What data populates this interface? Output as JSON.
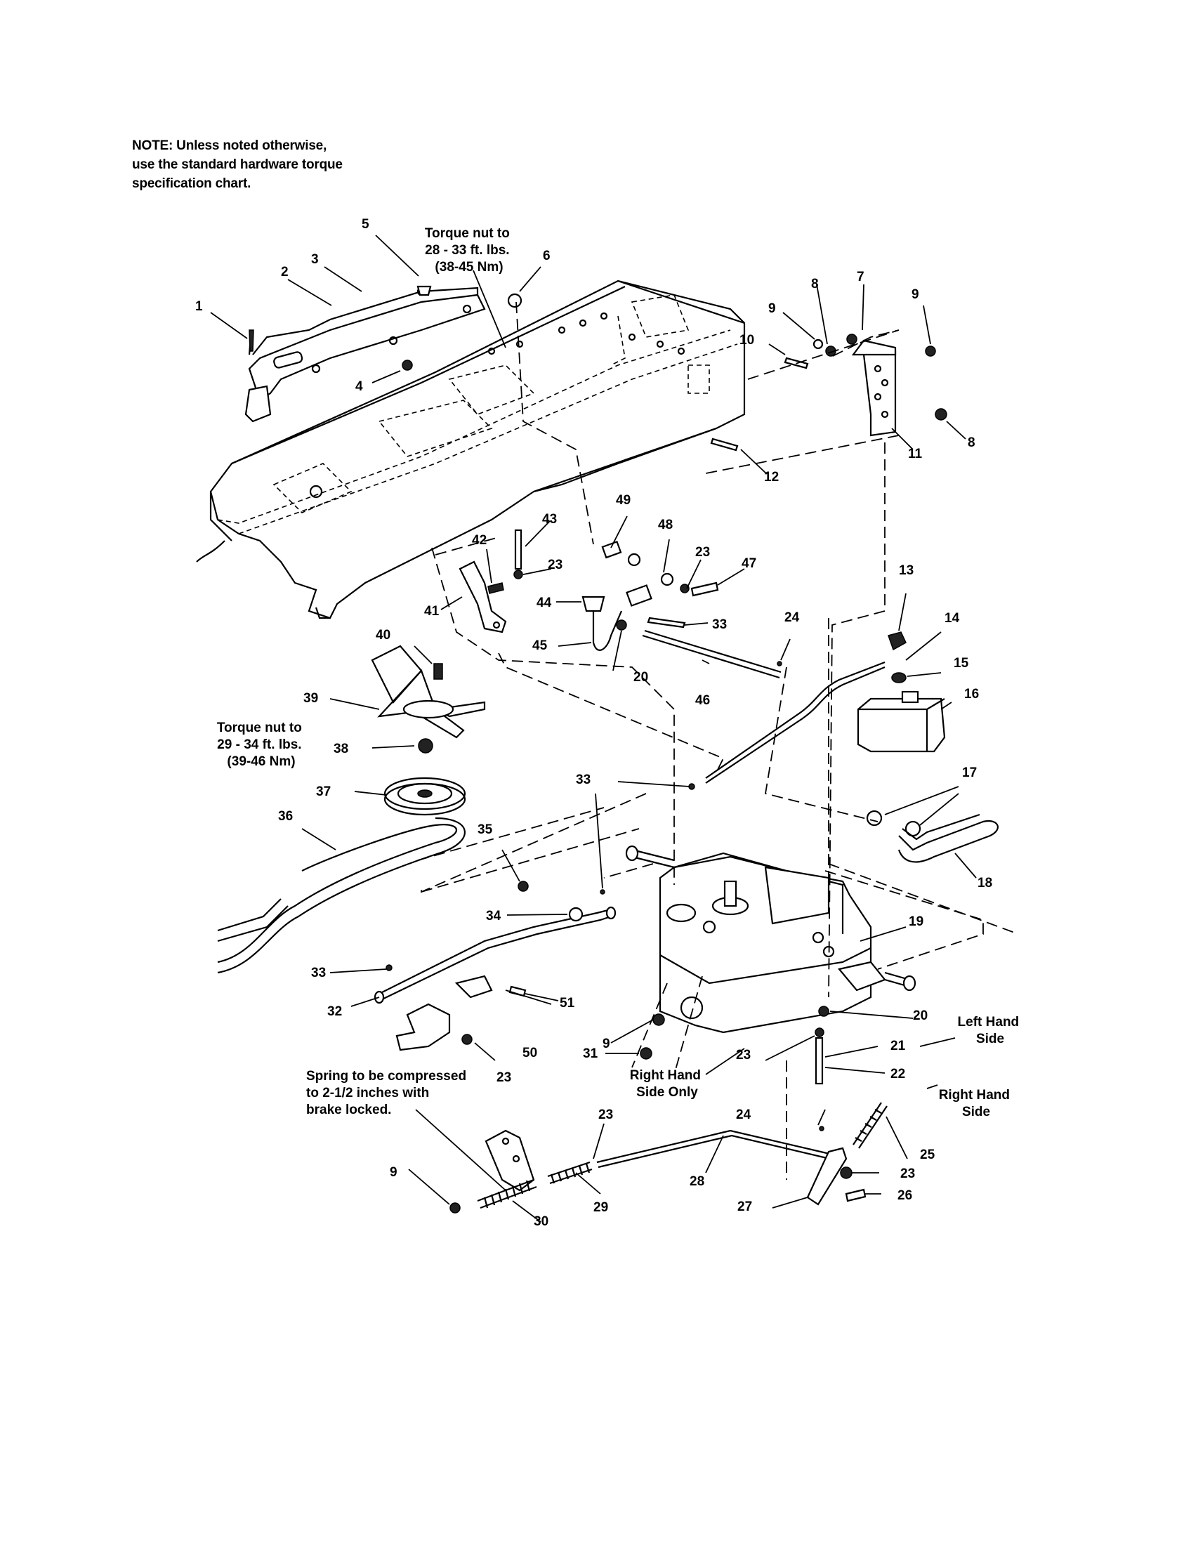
{
  "note": {
    "line1": "NOTE: Unless noted otherwise,",
    "line2": "use the standard hardware torque",
    "line3": "specification chart."
  },
  "callouts": {
    "torque_1": [
      "Torque nut to",
      "28 - 33 ft. lbs.",
      "(38-45 Nm)"
    ],
    "torque_2": [
      "Torque nut to",
      "29 - 34 ft. lbs.",
      "(39-46 Nm)"
    ],
    "spring": [
      "Spring to be compressed",
      "to 2-1/2 inches with",
      "brake locked."
    ],
    "right_hand_only": [
      "Right Hand",
      "Side Only"
    ],
    "left_hand": [
      "Left Hand",
      "Side"
    ],
    "right_hand": [
      "Right Hand",
      "Side"
    ]
  },
  "part_numbers": {
    "p1": "1",
    "p2": "2",
    "p3": "3",
    "p4": "4",
    "p5": "5",
    "p6": "6",
    "p7": "7",
    "p8a": "8",
    "p8b": "8",
    "p9a": "9",
    "p9b": "9",
    "p9c": "9",
    "p9d": "9",
    "p10": "10",
    "p11": "11",
    "p12": "12",
    "p13": "13",
    "p14": "14",
    "p15": "15",
    "p16": "16",
    "p17": "17",
    "p18": "18",
    "p19": "19",
    "p20a": "20",
    "p20b": "20",
    "p21": "21",
    "p22": "22",
    "p23a": "23",
    "p23b": "23",
    "p23c": "23",
    "p23d": "23",
    "p23e": "23",
    "p23f": "23",
    "p24a": "24",
    "p24b": "24",
    "p25": "25",
    "p26": "26",
    "p27": "27",
    "p28": "28",
    "p29": "29",
    "p30": "30",
    "p31": "31",
    "p32": "32",
    "p33a": "33",
    "p33b": "33",
    "p33c": "33",
    "p34": "34",
    "p35": "35",
    "p36": "36",
    "p37": "37",
    "p38": "38",
    "p39": "39",
    "p40": "40",
    "p41": "41",
    "p42": "42",
    "p43": "43",
    "p44": "44",
    "p45": "45",
    "p46": "46",
    "p47": "47",
    "p48": "48",
    "p49": "49",
    "p50": "50",
    "p51": "51"
  }
}
